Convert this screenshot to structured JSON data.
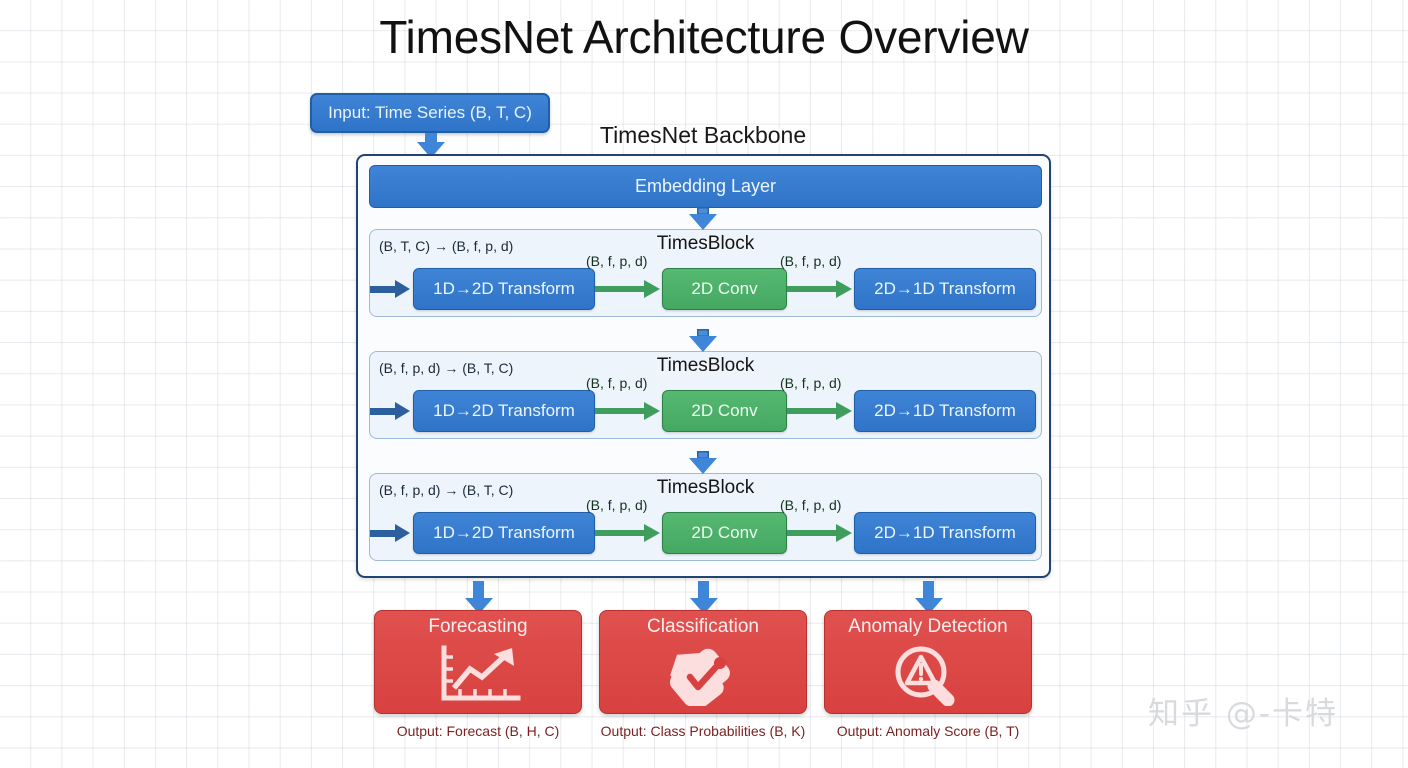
{
  "page": {
    "title": "TimesNet Architecture Overview",
    "watermark": "知乎 @-卡特"
  },
  "input": {
    "label": "Input: Time Series (B, T, C)"
  },
  "backbone": {
    "title": "TimesNet Backbone",
    "embedding_label": "Embedding Layer",
    "blocks": [
      {
        "title": "TimesBlock",
        "shape": "(B, T, C) → (B, f, p, d)",
        "nodes": {
          "transform_in": "1D→2D Transform",
          "conv": "2D Conv",
          "transform_out": "2D→1D Transform"
        },
        "edge_labels": {
          "to_conv": "(B, f, p, d)",
          "to_out": "(B, f, p, d)"
        }
      },
      {
        "title": "TimesBlock",
        "shape": "(B, f, p, d) → (B, T, C)",
        "nodes": {
          "transform_in": "1D→2D Transform",
          "conv": "2D Conv",
          "transform_out": "2D→1D Transform"
        },
        "edge_labels": {
          "to_conv": "(B, f, p, d)",
          "to_out": "(B, f, p, d)"
        }
      },
      {
        "title": "TimesBlock",
        "shape": "(B, f, p, d) → (B, T, C)",
        "nodes": {
          "transform_in": "1D→2D Transform",
          "conv": "2D Conv",
          "transform_out": "2D→1D Transform"
        },
        "edge_labels": {
          "to_conv": "(B, f, p, d)",
          "to_out": "(B, f, p, d)"
        }
      }
    ]
  },
  "tasks": [
    {
      "title": "Forecasting",
      "icon": "line-chart-trend-icon",
      "caption": "Output: Forecast (B, H, C)"
    },
    {
      "title": "Classification",
      "icon": "tag-check-icon",
      "caption": "Output: Class Probabilities (B, K)"
    },
    {
      "title": "Anomaly Detection",
      "icon": "magnifier-warning-icon",
      "caption": "Output: Anomaly Score (B, T)"
    }
  ],
  "colors": {
    "blue_node": "#2f74c8",
    "blue_border": "#1e5fa8",
    "green_node": "#4aad66",
    "green_border": "#2f8048",
    "red_card": "#d8413f",
    "red_border": "#b8302f",
    "backbone_border": "#21456f",
    "timesblock_fill": "#eef4fb",
    "arrow_blue": "#3f86d8",
    "arrow_green": "#3f9d5e",
    "caption_text": "#7d1f1f"
  }
}
